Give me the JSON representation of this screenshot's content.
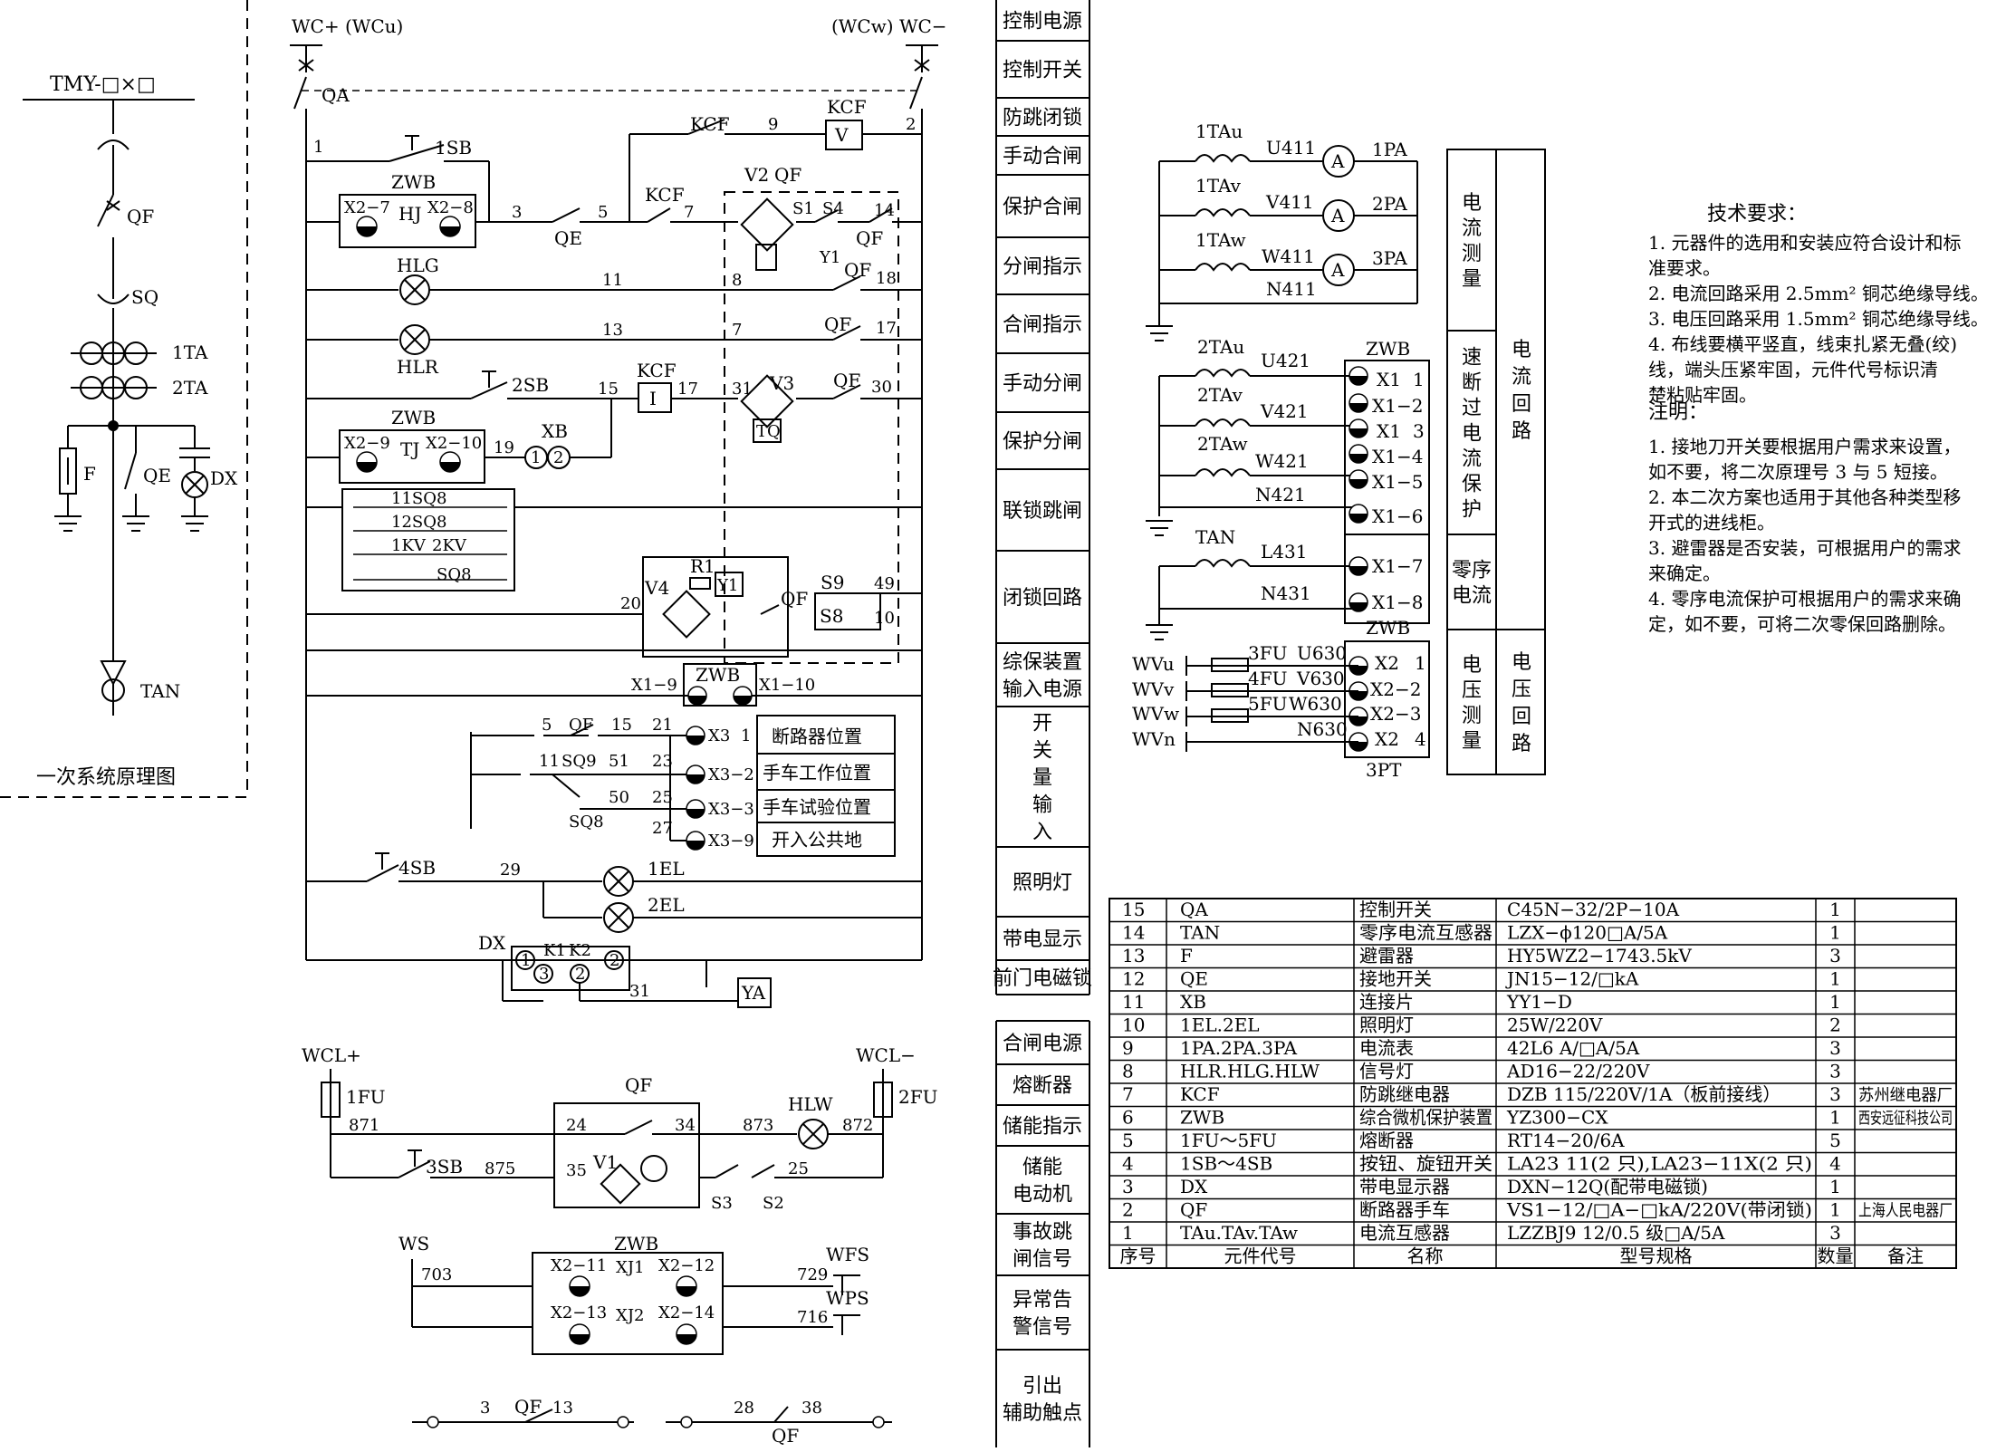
{
  "primary": {
    "caption": "一次系统原理图",
    "busbar": "TMY-□×□",
    "qf": "QF",
    "sq": "SQ",
    "ta1": "1TA",
    "ta2": "2TA",
    "f": "F",
    "qe": "QE",
    "dx": "DX",
    "tan": "TAN"
  },
  "control": {
    "wc_plus": "WC+ (WCu)",
    "wc_minus": "(WCw) WC−",
    "qa": "QA",
    "sb1": "1SB",
    "sb2": "2SB",
    "sb3": "3SB",
    "sb4": "4SB",
    "zwb": "ZWB",
    "hj": "HJ",
    "tj": "TJ",
    "x2_7": "X2−7",
    "x2_8": "X2−8",
    "x2_9": "X2−9",
    "x2_10": "X2−10",
    "hlg": "HLG",
    "hlr": "HLR",
    "hlw": "HLW",
    "kcf": "KCF",
    "v": "V",
    "i": "I",
    "v2": "V2",
    "v3": "V3",
    "v4": "V4",
    "v1": "V1",
    "s1": "S1",
    "s4": "S4",
    "s9": "S9",
    "s8": "S8",
    "s3": "S3",
    "s2": "S2",
    "y1": "Y1",
    "r1": "R1",
    "tq": "TQ",
    "xb": "XB",
    "sq8_11": "11SQ8",
    "sq8_12": "12SQ8",
    "kv1": "1KV",
    "kv2": "2KV",
    "sq8": "SQ8",
    "sq9": "SQ9",
    "x1_9": "X1−9",
    "x1_10": "X1−10",
    "x3": "X3",
    "x3_2": "X3−2",
    "x3_3": "X3−3",
    "x3_9": "X3−9",
    "in1": "断路器位置",
    "in2": "手车工作位置",
    "in3": "手车试验位置",
    "in4": "开入公共地",
    "el1": "1EL",
    "el2": "2EL",
    "k1": "K1",
    "k2": "K2",
    "ya": "YA",
    "wcl_plus": "WCL+",
    "wcl_minus": "WCL−",
    "fu1": "1FU",
    "fu2": "2FU",
    "ws": "WS",
    "wfs": "WFS",
    "wps": "WPS",
    "xj1": "XJ1",
    "xj2": "XJ2",
    "x2_11": "X2−11",
    "x2_12": "X2−12",
    "x2_13": "X2−13",
    "x2_14": "X2−14",
    "n1": "1",
    "n2": "2",
    "n3": "3",
    "n5": "5",
    "n7": "7",
    "n8": "8",
    "n9": "9",
    "n10": "10",
    "n11": "11",
    "n13": "13",
    "n14": "14",
    "n15": "15",
    "n17": "17",
    "n18": "18",
    "n19": "19",
    "n20": "20",
    "n21": "21",
    "n23": "23",
    "n24": "24",
    "n25": "25",
    "n27": "27",
    "n28": "28",
    "n29": "29",
    "n30": "30",
    "n31": "31",
    "n34": "34",
    "n35": "35",
    "n38": "38",
    "n49": "49",
    "n50": "50",
    "n51": "51",
    "n703": "703",
    "n716": "716",
    "n729": "729",
    "n871": "871",
    "n872": "872",
    "n873": "873",
    "n875": "875",
    "c1": "1",
    "c2": "2"
  },
  "functions": [
    "控制电源",
    "控制开关",
    "防跳闭锁",
    "手动合闸",
    "保护合闸",
    "分闸指示",
    "合闸指示",
    "手动分闸",
    "保护分闸",
    "联锁跳闸",
    "闭锁回路",
    "综保装置\n输入电源",
    "开\n关\n量\n输\n入",
    "照明灯",
    "带电显示",
    "前门电磁锁"
  ],
  "functions2": [
    "合闸电源",
    "熔断器",
    "储能指示",
    "储能\n电动机",
    "事故跳\n闸信号",
    "异常告\n警信号",
    "引出\n辅助触点"
  ],
  "current": {
    "tau1": "1TAu",
    "tav1": "1TAv",
    "taw1": "1TAw",
    "u411": "U411",
    "v411": "V411",
    "w411": "W411",
    "n411": "N411",
    "pa1": "1PA",
    "pa2": "2PA",
    "pa3": "3PA",
    "amm": "A",
    "zwb": "ZWB",
    "tau2": "2TAu",
    "tav2": "2TAv",
    "taw2": "2TAw",
    "tan": "TAN",
    "u421": "U421",
    "v421": "V421",
    "w421": "W421",
    "n421": "N421",
    "l431": "L431",
    "n431": "N431",
    "x1_1": "X1",
    "x1_1n": "1",
    "x1_2": "X1−2",
    "x1_3": "X1",
    "x1_3n": "3",
    "x1_4": "X1−4",
    "x1_5": "X1−5",
    "x1_6": "X1−6",
    "x1_7": "X1−7",
    "x1_8": "X1−8",
    "seg1": "电\n流\n测\n量",
    "seg2": "速\n断\n过\n电\n流\n保\n护",
    "seg3": "零序\n电流",
    "seg4": "电\n压\n测\n量",
    "grp1": "电\n流\n回\n路",
    "grp2": "电\n压\n回\n路"
  },
  "voltage": {
    "wvu": "WVu",
    "wvv": "WVv",
    "wvw": "WVw",
    "wvn": "WVn",
    "fu3": "3FU",
    "fu4": "4FU",
    "fu5": "5FU",
    "u630": "U630",
    "v630": "V630",
    "w630": "W630",
    "n630": "N630",
    "zwb": "ZWB",
    "pt": "3PT",
    "x2_1": "X2",
    "x2_1n": "1",
    "x2_2": "X2−2",
    "x2_3": "X2−3",
    "x2_4": "X2",
    "x2_4n": "4"
  },
  "notes": {
    "title": "技术要求：",
    "lines": [
      "1. 元器件的选用和安装应符合设计和标",
      "准要求。",
      "2. 电流回路采用 2.5mm² 铜芯绝缘导线。",
      "3. 电压回路采用 1.5mm² 铜芯绝缘导线。",
      "4. 布线要横平竖直，线束扎紧无叠(绞)",
      "线，端头压紧牢固，元件代号标识清",
      "楚粘贴牢固。"
    ],
    "title2": "注明：",
    "lines2": [
      "1. 接地刀开关要根据用户需求来设置，",
      "如不要，将二次原理号 3 与 5 短接。",
      "2. 本二次方案也适用于其他各种类型移",
      "开式的进线柜。",
      "3. 避雷器是否安装，可根据用户的需求",
      "来确定。",
      "4. 零序电流保护可根据用户的需求来确",
      "定，如不要，可将二次零保回路删除。"
    ]
  },
  "bom": {
    "headers": [
      "序号",
      "元件代号",
      "名称",
      "型号规格",
      "数量",
      "备注"
    ],
    "rows": [
      [
        "15",
        "QA",
        "控制开关",
        "C45N−32/2P−10A",
        "1",
        ""
      ],
      [
        "14",
        "TAN",
        "零序电流互感器",
        "LZX−ϕ120□A/5A",
        "1",
        ""
      ],
      [
        "13",
        "F",
        "避雷器",
        "HY5WZ2−1743.5kV",
        "3",
        ""
      ],
      [
        "12",
        "QE",
        "接地开关",
        "JN15−12/□kA",
        "1",
        ""
      ],
      [
        "11",
        "XB",
        "连接片",
        "YY1−D",
        "1",
        ""
      ],
      [
        "10",
        "1EL.2EL",
        "照明灯",
        "25W/220V",
        "2",
        ""
      ],
      [
        "9",
        "1PA.2PA.3PA",
        "电流表",
        "42L6  A/□A/5A",
        "3",
        ""
      ],
      [
        "8",
        "HLR.HLG.HLW",
        "信号灯",
        "AD16−22/220V",
        "3",
        ""
      ],
      [
        "7",
        "KCF",
        "防跳继电器",
        "DZB  115/220V/1A（板前接线）",
        "3",
        "苏州继电器厂"
      ],
      [
        "6",
        "ZWB",
        "综合微机保护装置",
        "YZ300−CX",
        "1",
        "西安远征科技公司"
      ],
      [
        "5",
        "1FU～5FU",
        "熔断器",
        "RT14−20/6A",
        "5",
        ""
      ],
      [
        "4",
        "1SB～4SB",
        "按钮、旋钮开关",
        "LA23  11(2 只),LA23−11X(2 只)",
        "4",
        ""
      ],
      [
        "3",
        "DX",
        "带电显示器",
        "DXN−12Q(配带电磁锁)",
        "1",
        ""
      ],
      [
        "2",
        "QF",
        "断路器手车",
        "VS1−12/□A−□kA/220V(带闭锁)",
        "1",
        "上海人民电器厂"
      ],
      [
        "1",
        "TAu.TAv.TAw",
        "电流互感器",
        "LZZBJ9  12/0.5 级□A/5A",
        "3",
        ""
      ]
    ]
  }
}
